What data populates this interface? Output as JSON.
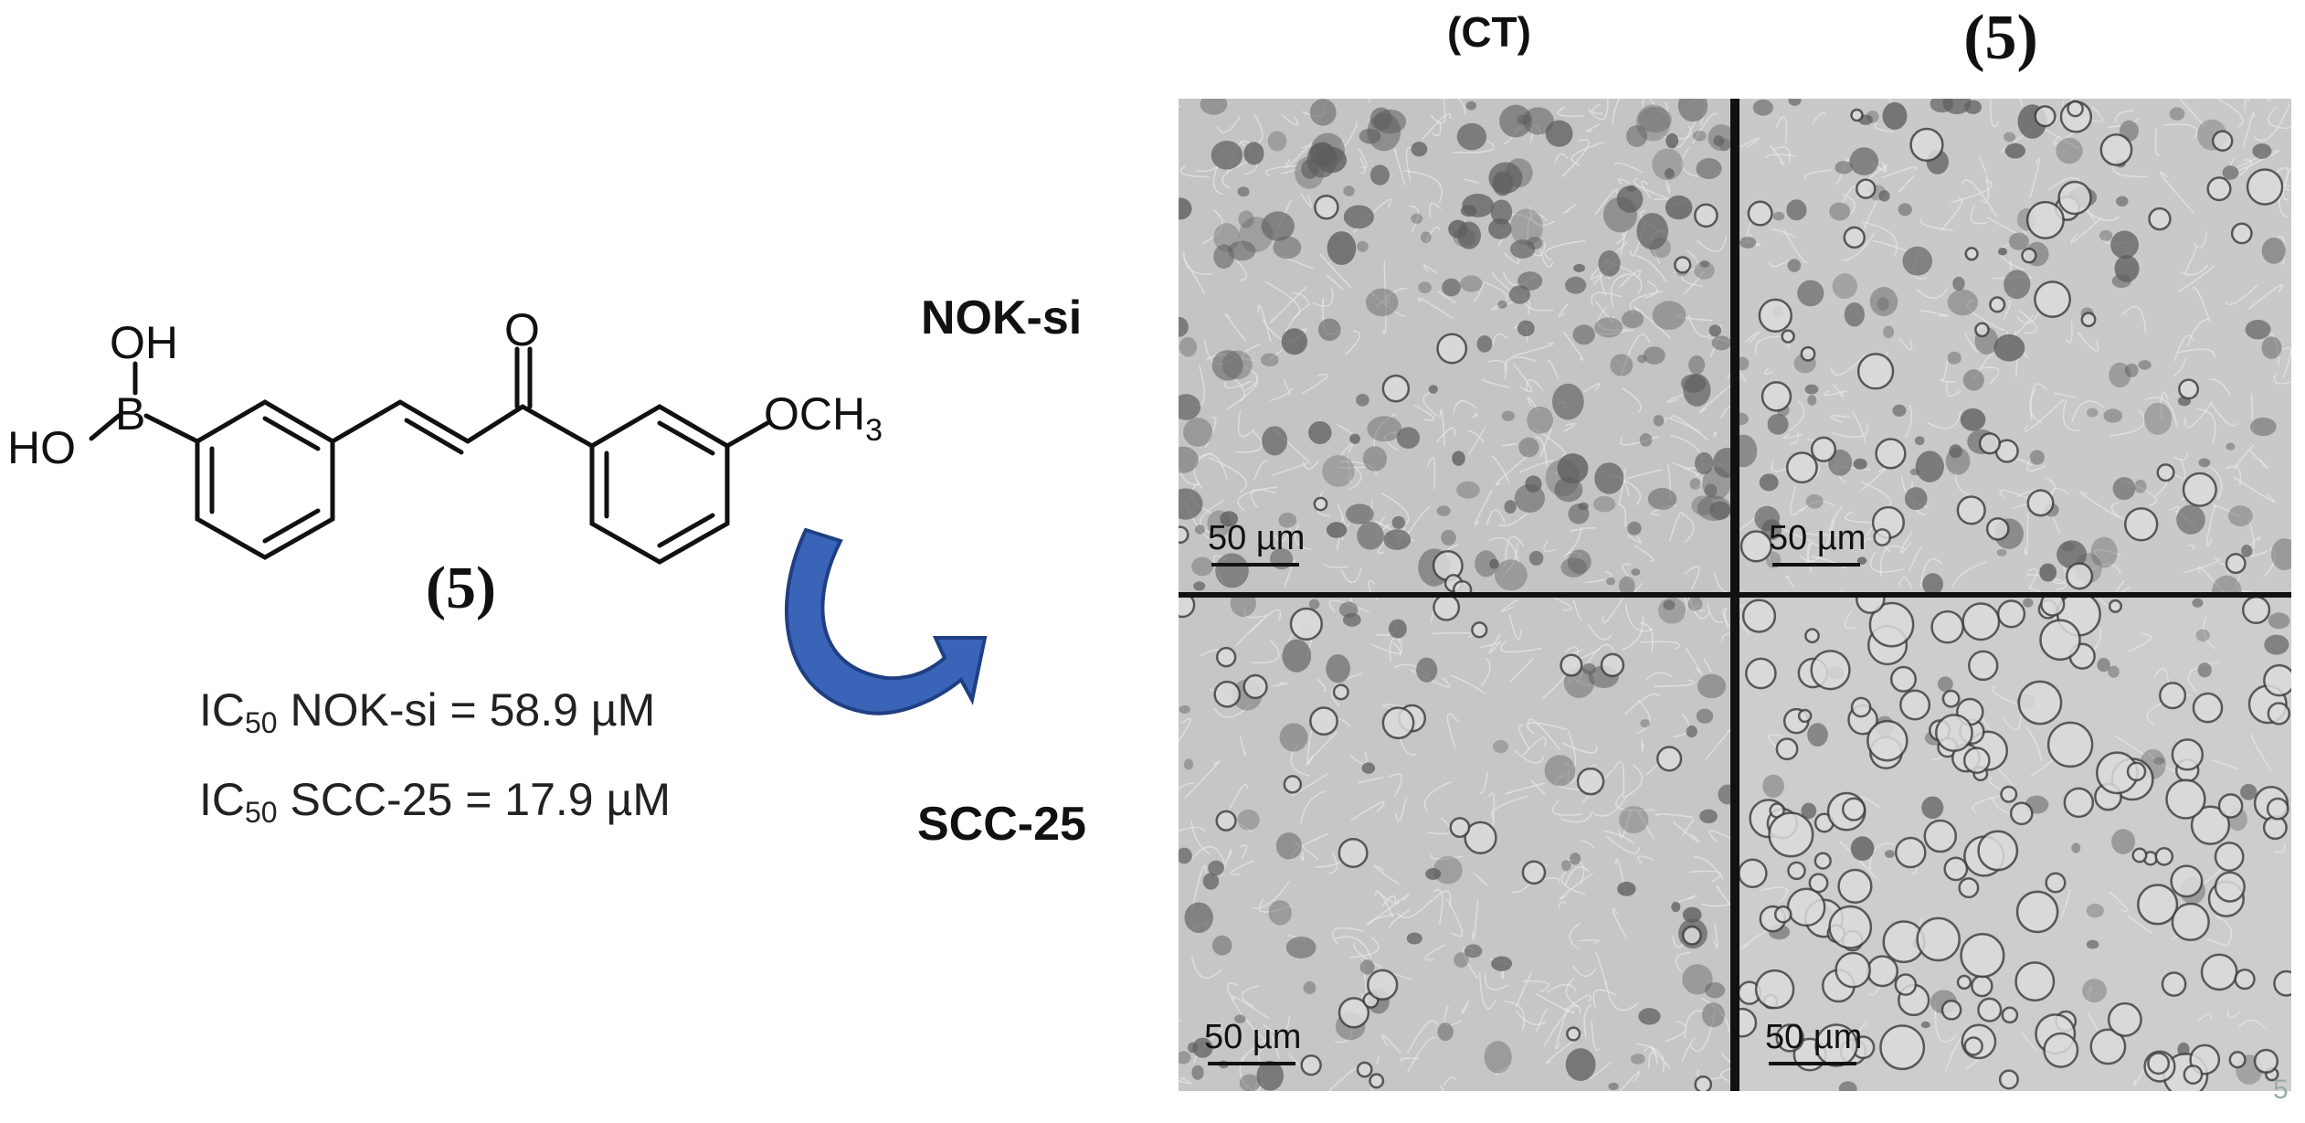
{
  "columns": {
    "control": "(CT)",
    "treated": "(5)"
  },
  "rows": {
    "normal": "NOK-si",
    "cancer": "SCC-25"
  },
  "compound": {
    "label": "(5)",
    "groups": {
      "oh_top": "OH",
      "ho_left": "HO",
      "boron": "B",
      "ketone_o": "O",
      "methoxy": "OCH",
      "methoxy_sub": "3"
    }
  },
  "ic50": [
    {
      "prefix": "IC",
      "sub": "50",
      "text": " NOK-si = 58.9 µM"
    },
    {
      "prefix": "IC",
      "sub": "50",
      "text": " SCC-25 = 17.9 µM"
    }
  ],
  "scale_bar": "50 µm",
  "page_number": "5",
  "colors": {
    "arrow": "#3a64b8",
    "arrow_dark": "#1f3f82",
    "micrograph_bg": "#c9c9c9"
  }
}
